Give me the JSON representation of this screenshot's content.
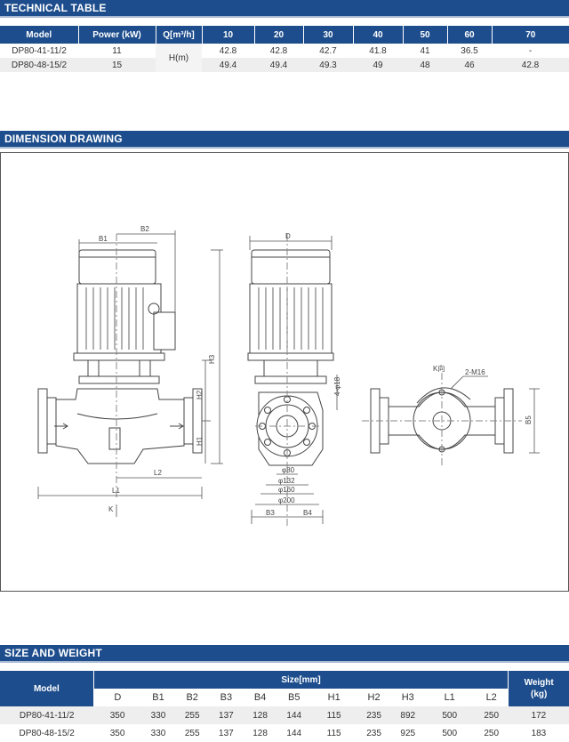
{
  "technical": {
    "title": "TECHNICAL TABLE",
    "headers": {
      "model": "Model",
      "power": "Power (kW)",
      "q": "Q[m³/h]",
      "flows": [
        "10",
        "20",
        "30",
        "40",
        "50",
        "60",
        "70"
      ]
    },
    "h_label": "H(m)",
    "rows": [
      {
        "model": "DP80-41-11/2",
        "power": "11",
        "values": [
          "42.8",
          "42.8",
          "42.7",
          "41.8",
          "41",
          "36.5",
          "-"
        ]
      },
      {
        "model": "DP80-48-15/2",
        "power": "15",
        "values": [
          "49.4",
          "49.4",
          "49.3",
          "49",
          "48",
          "46",
          "42.8"
        ]
      }
    ]
  },
  "drawing": {
    "title": "DIMENSION DRAWING",
    "labels": {
      "b1": "B1",
      "b2": "B2",
      "h1": "H1",
      "h2": "H2",
      "h3": "H3",
      "l1": "L1",
      "l2": "L2",
      "k": "K",
      "d": "D",
      "b3": "B3",
      "b4": "B4",
      "b5": "B5",
      "holes": "4-φ18",
      "d80": "φ80",
      "d132": "φ132",
      "d160": "φ160",
      "d200": "φ200",
      "k_dir": "K向",
      "bolt": "2-M16"
    }
  },
  "size": {
    "title": "SIZE AND WEIGHT",
    "headers": {
      "model": "Model",
      "size": "Size[mm]",
      "weight": "Weight",
      "weight_unit": "(kg)",
      "cols": [
        "D",
        "B1",
        "B2",
        "B3",
        "B4",
        "B5",
        "H1",
        "H2",
        "H3",
        "L1",
        "L2"
      ]
    },
    "rows": [
      {
        "model": "DP80-41-11/2",
        "values": [
          "350",
          "330",
          "255",
          "137",
          "128",
          "144",
          "115",
          "235",
          "892",
          "500",
          "250"
        ],
        "weight": "172"
      },
      {
        "model": "DP80-48-15/2",
        "values": [
          "350",
          "330",
          "255",
          "137",
          "128",
          "144",
          "115",
          "235",
          "925",
          "500",
          "250"
        ],
        "weight": "183"
      }
    ]
  },
  "colors": {
    "header_blue": "#1d4d8c",
    "row_alt": "#eeeeee"
  }
}
